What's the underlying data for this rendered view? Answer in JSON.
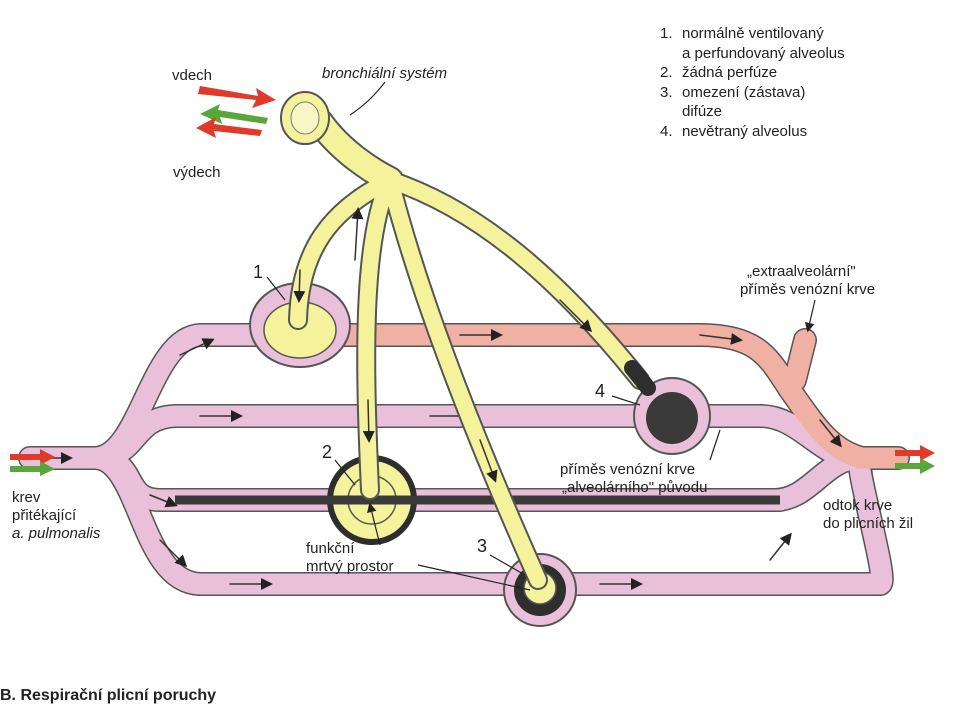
{
  "labels": {
    "inhale": "vdech",
    "exhale": "výdech",
    "bronchial": "bronchiální systém",
    "extra1": "„extraalveolární\"",
    "extra2": "příměs venózní krve",
    "admix1": "příměs venózní krve",
    "admix2": "„alveolárního\" původu",
    "outflow1": "odtok krve",
    "outflow2": "do plicních žil",
    "inflow1": "krev",
    "inflow2": "přitékající",
    "inflow3": "a. pulmonalis",
    "dead1": "funkční",
    "dead2": "mrtvý prostor"
  },
  "numbers": {
    "n1": "1",
    "n2": "2",
    "n3": "3",
    "n4": "4"
  },
  "legend": [
    {
      "num": "1.",
      "text": "normálně ventilovaný"
    },
    {
      "num": "",
      "text": "a perfundovaný alveolus"
    },
    {
      "num": "2.",
      "text": "žádná perfúze"
    },
    {
      "num": "3.",
      "text": "omezení (zástava)"
    },
    {
      "num": "",
      "text": "difúze"
    },
    {
      "num": "4.",
      "text": "nevětraný alveolus"
    }
  ],
  "caption": "B. Respirační plicní poruchy",
  "colors": {
    "venous": "#e9bfd9",
    "arterial": "#f0b0a4",
    "airway": "#f4f29a",
    "blocked": "#2e2e2e",
    "arrow_red": "#e03a2a",
    "arrow_green": "#58a63c"
  }
}
